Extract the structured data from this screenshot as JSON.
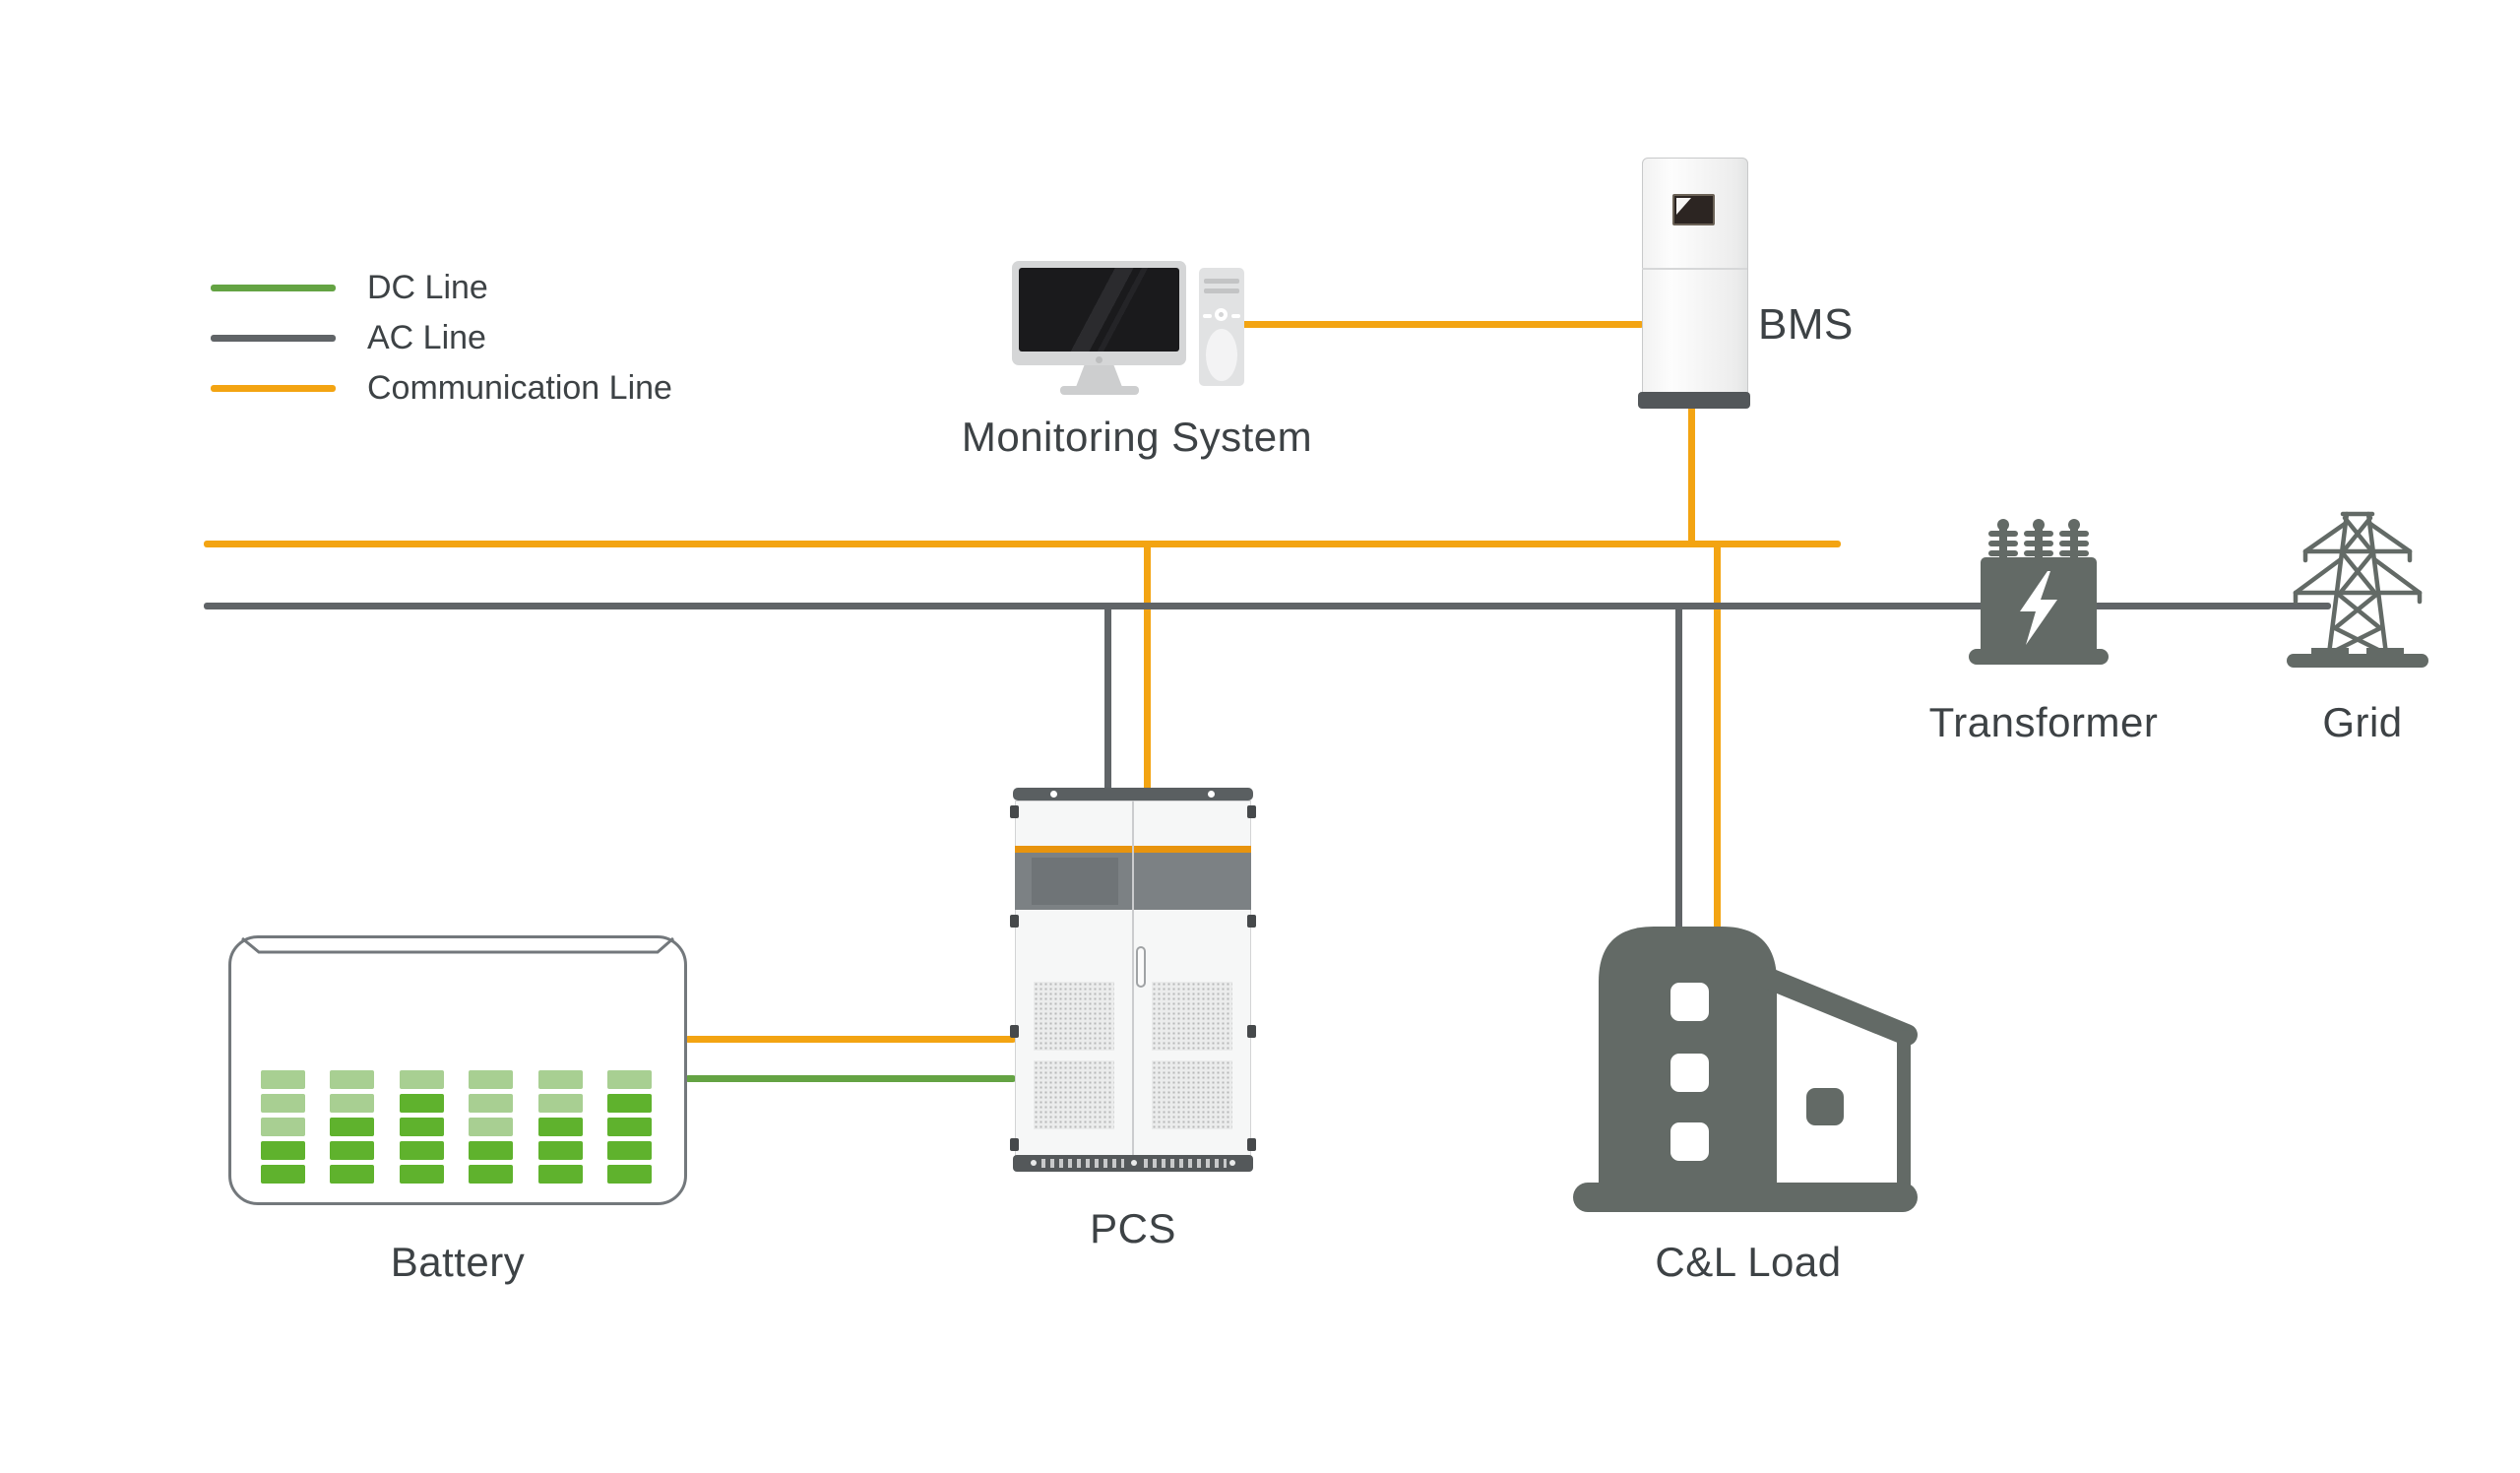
{
  "colors": {
    "dc": "#64a343",
    "ac": "#606467",
    "communication": "#f3a412",
    "icon_gray": "#636a66",
    "label_text": "#3d4245"
  },
  "legend": {
    "items": [
      {
        "label": "DC Line",
        "color": "#64a343"
      },
      {
        "label": "AC Line",
        "color": "#606467"
      },
      {
        "label": "Communication Line",
        "color": "#f3a412"
      }
    ]
  },
  "nodes": {
    "monitoring": {
      "label": "Monitoring System"
    },
    "bms": {
      "label": "BMS"
    },
    "battery": {
      "label": "Battery",
      "cells": {
        "rows": 5,
        "columns": 6,
        "light_rows_per_column": [
          3,
          2,
          1,
          3,
          2,
          1
        ],
        "light_color": "#a8cf92",
        "dark_color": "#5fb22d"
      }
    },
    "pcs": {
      "label": "PCS"
    },
    "load": {
      "label": "C&L Load"
    },
    "transformer": {
      "label": "Transformer"
    },
    "grid": {
      "label": "Grid"
    }
  },
  "connections": [
    {
      "from": "monitoring",
      "to": "bms",
      "type": "communication"
    },
    {
      "from": "bms",
      "to": "communication-bus",
      "type": "communication"
    },
    {
      "from": "communication-bus",
      "to": "pcs",
      "type": "communication"
    },
    {
      "from": "communication-bus",
      "to": "load",
      "type": "communication"
    },
    {
      "from": "battery",
      "to": "pcs",
      "type": "communication"
    },
    {
      "from": "battery",
      "to": "pcs",
      "type": "dc"
    },
    {
      "from": "pcs",
      "to": "ac-bus",
      "type": "ac"
    },
    {
      "from": "ac-bus",
      "to": "load",
      "type": "ac"
    },
    {
      "from": "ac-bus",
      "to": "transformer",
      "type": "ac"
    },
    {
      "from": "transformer",
      "to": "grid",
      "type": "ac"
    }
  ]
}
